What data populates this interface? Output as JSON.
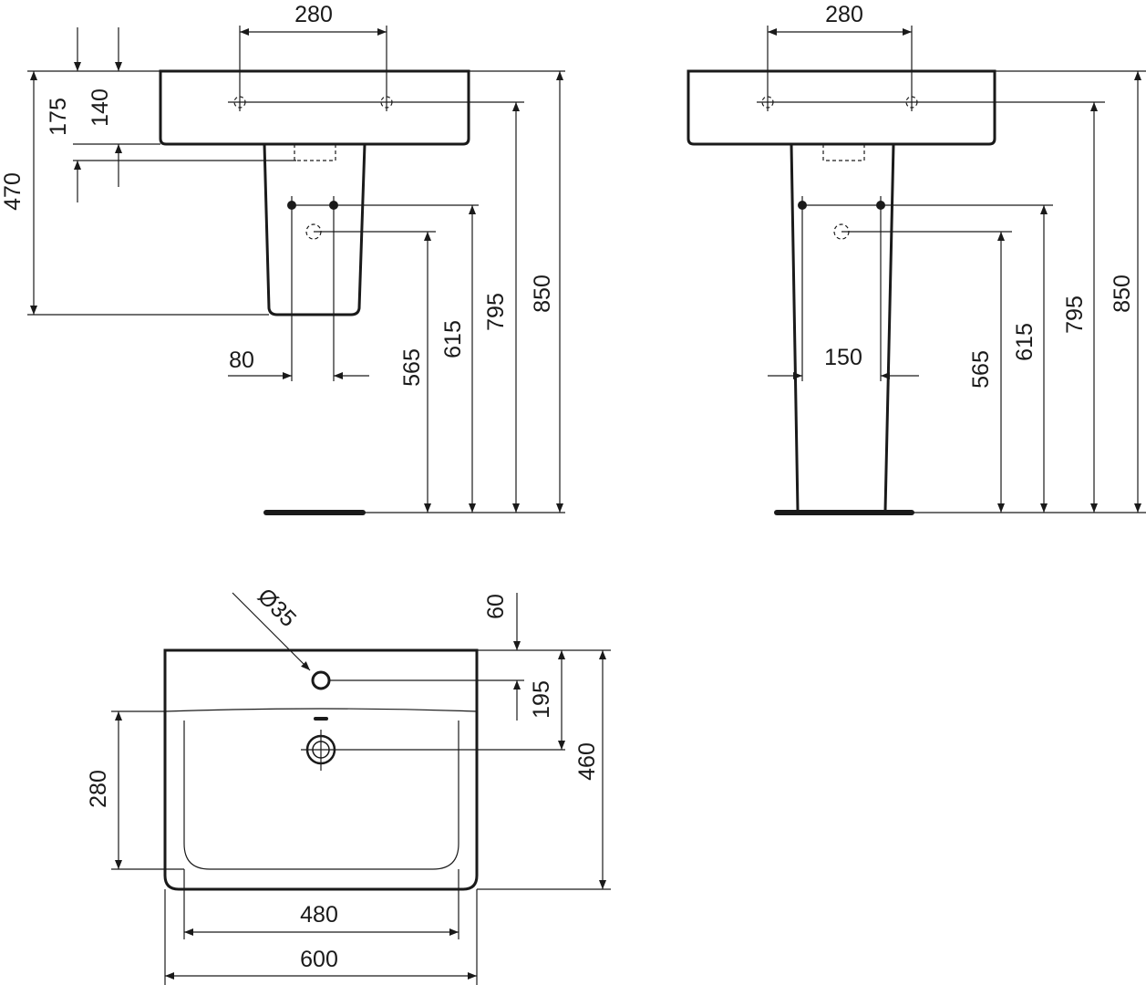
{
  "front_view": {
    "tap_spacing": "280",
    "dim_175": "175",
    "dim_140": "140",
    "dim_470": "470",
    "dim_80": "80",
    "dim_565": "565",
    "dim_615": "615",
    "dim_795": "795",
    "dim_850": "850"
  },
  "side_view": {
    "tap_spacing": "280",
    "dim_150": "150",
    "dim_565": "565",
    "dim_615": "615",
    "dim_795": "795",
    "dim_850": "850"
  },
  "top_view": {
    "hole_diameter": "Ø35",
    "dim_60": "60",
    "dim_195": "195",
    "dim_460": "460",
    "dim_280": "280",
    "dim_480": "480",
    "dim_600": "600"
  }
}
